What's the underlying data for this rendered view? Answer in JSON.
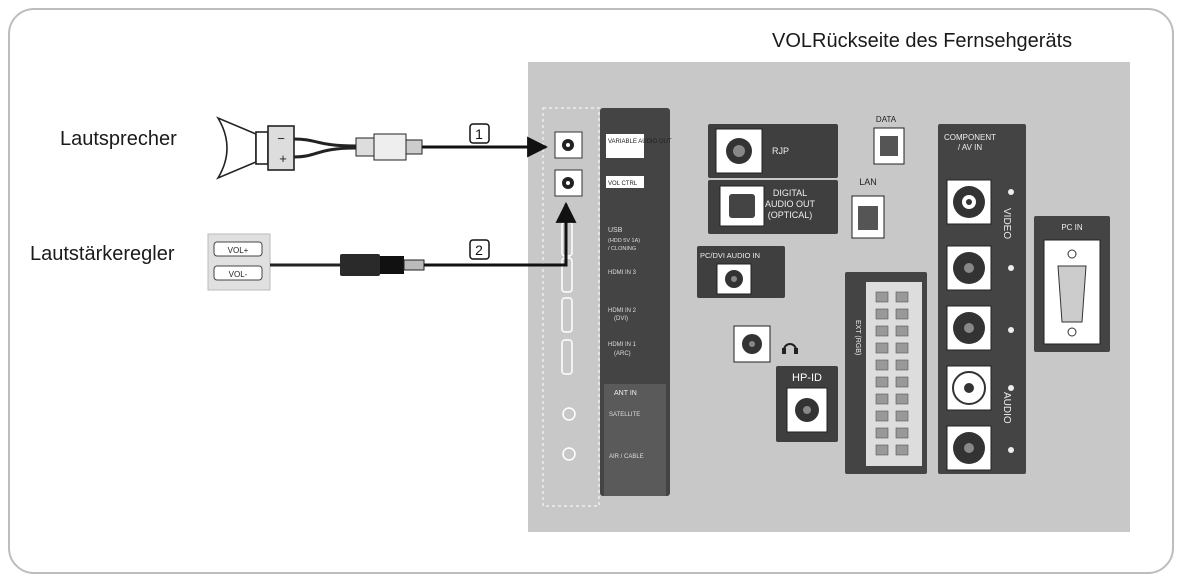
{
  "title": "VOLRückseite des Fernsehgeräts",
  "devices": {
    "speaker_label": "Lautsprecher",
    "volume_label": "Lautstärkeregler",
    "speaker_minus": "−",
    "speaker_plus": "+",
    "vol_plus": "VOL+",
    "vol_minus": "VOL-"
  },
  "callouts": [
    "1",
    "2"
  ],
  "ports": {
    "variable_audio_out": "VARIABLE AUDIO OUT",
    "vol_ctrl": "VOL CTRL",
    "usb": "USB",
    "usb_sub1": "(HDD 5V 1A)",
    "usb_sub2": "/ CLONING",
    "hdmi3": "HDMI IN 3",
    "hdmi2_a": "HDMI IN 2",
    "hdmi2_b": "(DVI)",
    "hdmi1_a": "HDMI IN 1",
    "hdmi1_b": "(ARC)",
    "ant_in": "ANT IN",
    "satellite": "SATELLITE",
    "air_cable": "AIR / CABLE",
    "rjp": "RJP",
    "digital_1": "DIGITAL",
    "digital_2": "AUDIO OUT",
    "digital_3": "(OPTICAL)",
    "pc_dvi_audio_in": "PC/DVI AUDIO IN",
    "data": "DATA",
    "lan": "LAN",
    "component_1": "COMPONENT",
    "component_2": "/ AV IN",
    "video": "VIDEO",
    "audio": "AUDIO",
    "pc_in": "PC IN",
    "hp_id": "HP-ID",
    "ext_rgb": "EXT (RGB)"
  }
}
